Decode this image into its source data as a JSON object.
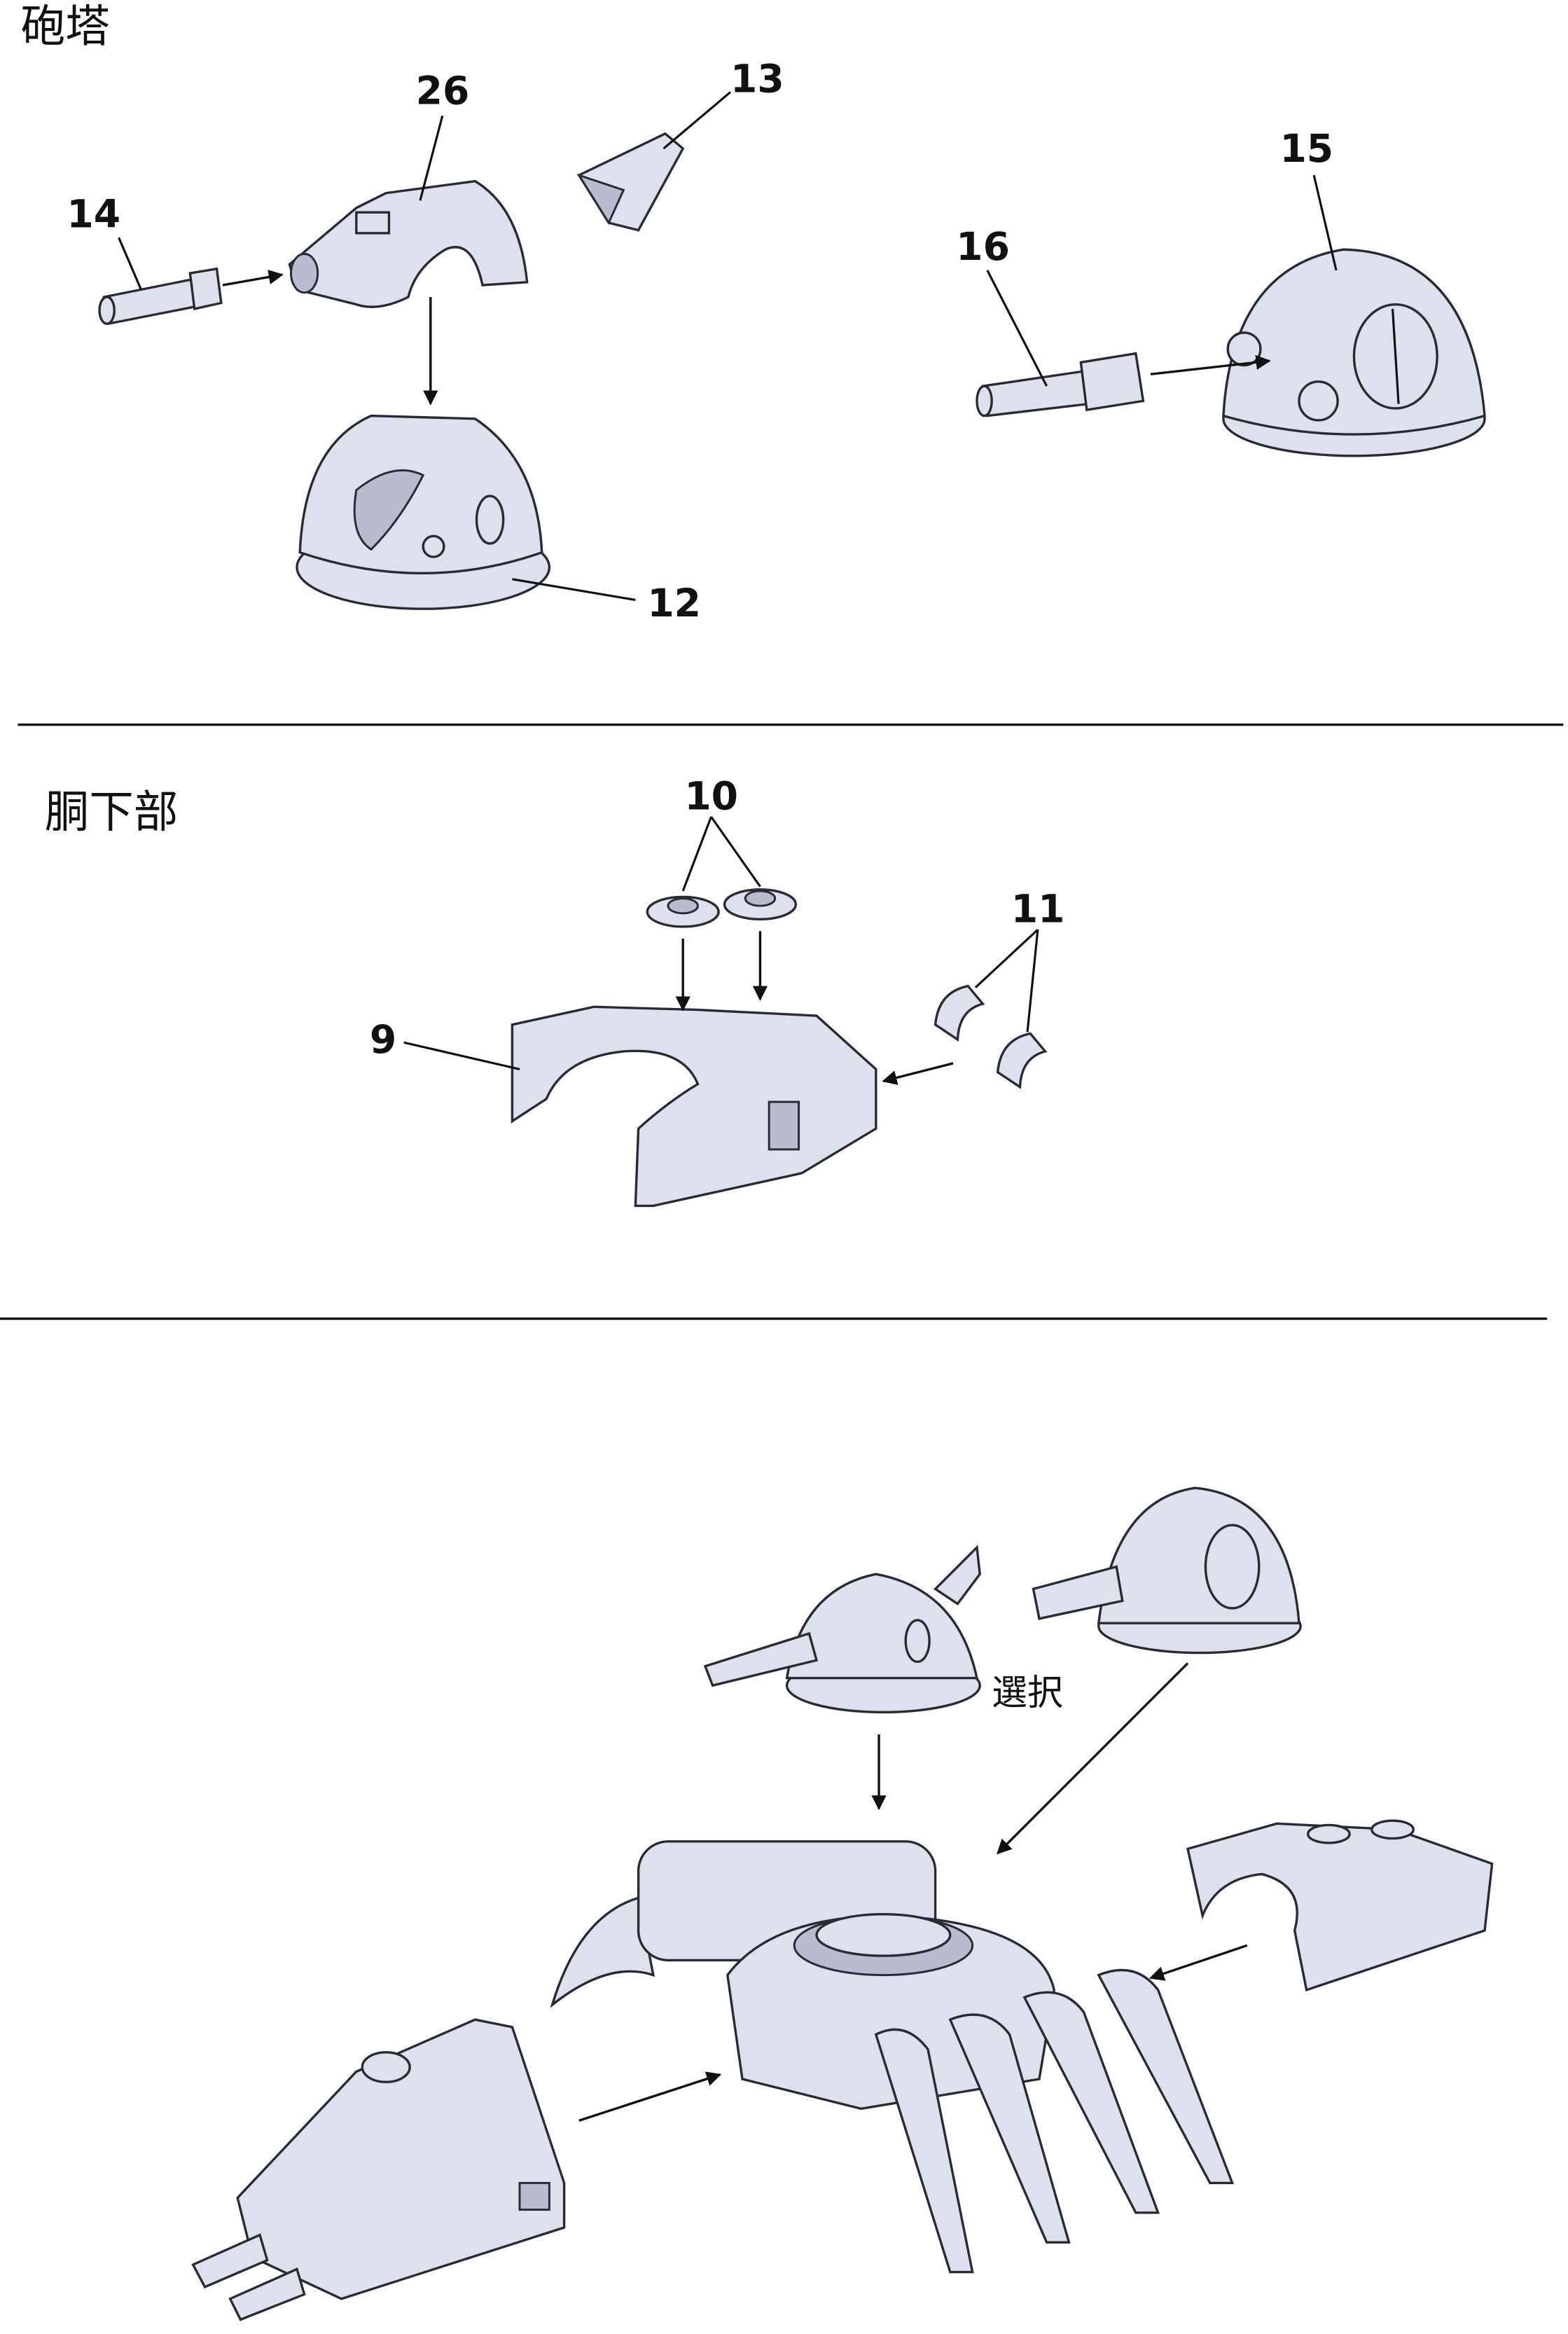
{
  "sections": {
    "turret": {
      "title": "砲塔"
    },
    "lower_torso": {
      "title": "胴下部"
    },
    "assembly": {
      "note": "選択"
    }
  },
  "part_labels": {
    "p26": "26",
    "p13": "13",
    "p14": "14",
    "p15": "15",
    "p16": "16",
    "p12": "12",
    "p10": "10",
    "p11": "11",
    "p9": "9"
  }
}
